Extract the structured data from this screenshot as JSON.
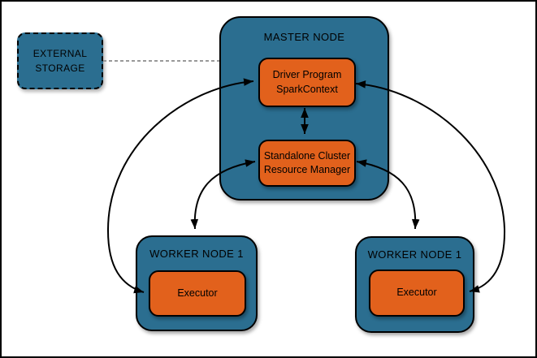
{
  "colors": {
    "node_fill": "#2B6E90",
    "component_fill": "#E2611C",
    "line": "#000000",
    "dashed_line": "#999999",
    "background": "#FFFFFF"
  },
  "external_storage": {
    "label": "EXTERNAL\nSTORAGE"
  },
  "master_node": {
    "title": "MASTER NODE",
    "driver_program": {
      "label": "Driver Program\nSparkContext"
    },
    "resource_manager": {
      "label": "Standalone Cluster\nResource Manager"
    }
  },
  "workers": [
    {
      "title": "WORKER NODE 1",
      "executor_label": "Executor"
    },
    {
      "title": "WORKER NODE 1",
      "executor_label": "Executor"
    }
  ],
  "connections": [
    {
      "from": "external-storage",
      "to": "master-node",
      "line": "dashed",
      "arrows": "none"
    },
    {
      "from": "driver-program",
      "to": "resource-manager",
      "line": "solid",
      "arrows": "both"
    },
    {
      "from": "driver-program",
      "to": "worker-left-executor",
      "line": "solid",
      "arrows": "both"
    },
    {
      "from": "driver-program",
      "to": "worker-right-executor",
      "line": "solid",
      "arrows": "both"
    },
    {
      "from": "resource-manager",
      "to": "worker-left",
      "line": "solid",
      "arrows": "both"
    },
    {
      "from": "resource-manager",
      "to": "worker-right",
      "line": "solid",
      "arrows": "both"
    }
  ]
}
